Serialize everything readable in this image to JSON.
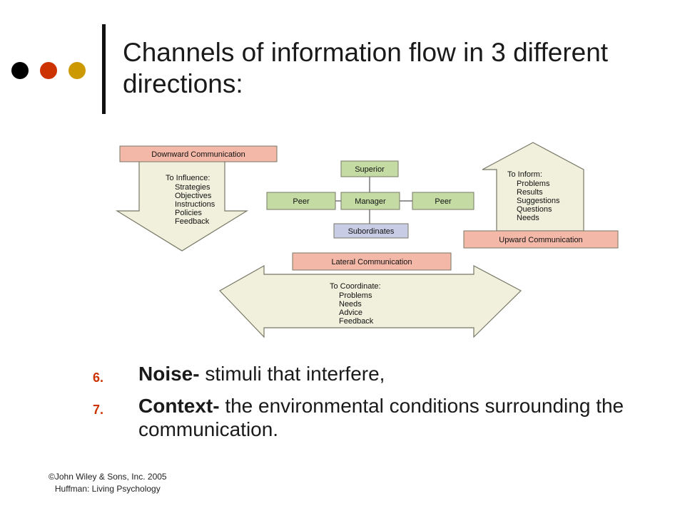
{
  "slide": {
    "title": "Channels of information flow in 3 different directions:",
    "accent_colors": [
      "#000000",
      "#cc3300",
      "#cc9900"
    ]
  },
  "diagram": {
    "downward": {
      "label": "Downward Communication",
      "heading": "To Influence:",
      "items": [
        "Strategies",
        "Objectives",
        "Instructions",
        "Policies",
        "Feedback"
      ]
    },
    "upward": {
      "label": "Upward Communication",
      "heading": "To Inform:",
      "items": [
        "Problems",
        "Results",
        "Suggestions",
        "Questions",
        "Needs"
      ]
    },
    "lateral": {
      "label": "Lateral Communication",
      "heading": "To Coordinate:",
      "items": [
        "Problems",
        "Needs",
        "Advice",
        "Feedback"
      ]
    },
    "org": {
      "superior": "Superior",
      "manager": "Manager",
      "peer_left": "Peer",
      "peer_right": "Peer",
      "subordinates": "Subordinates"
    },
    "colors": {
      "arrow_fill": "#f0f0dc",
      "label_fill": "#f4b8a8",
      "node_green": "#c4dca4",
      "node_blue": "#c8cce4"
    }
  },
  "list": [
    {
      "number": "6.",
      "term": "Noise-",
      "text": " stimuli that interfere,"
    },
    {
      "number": "7.",
      "term": "Context-",
      "text": " the environmental conditions surrounding the communication."
    }
  ],
  "footer": {
    "line1": "©John Wiley & Sons, Inc. 2005",
    "line2": "Huffman: Living Psychology"
  }
}
